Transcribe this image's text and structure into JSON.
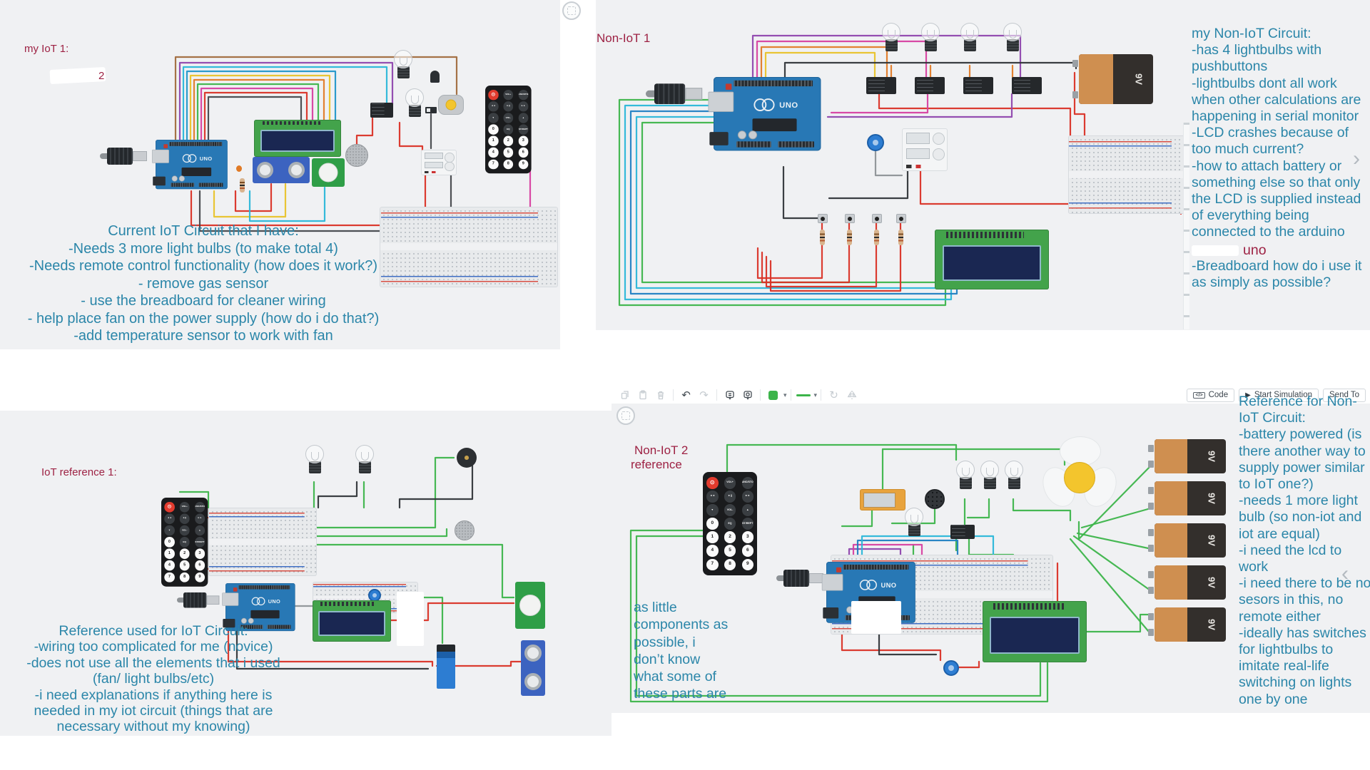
{
  "ui": {
    "chevron_right": "›",
    "chevron_left": "‹"
  },
  "toolbar": {
    "code": "Code",
    "start": "Start Simulation",
    "send": "Send To",
    "icons": {
      "undo": "↶",
      "redo": "↷",
      "rotate": "↻",
      "caret": "▾",
      "code_glyph": "</>",
      "play": "▶"
    }
  },
  "components": {
    "arduino_label": "UNO",
    "battery_label": "9V",
    "batteries": [
      "9V",
      "9V",
      "9V",
      "9V",
      "9V"
    ]
  },
  "remote": {
    "rows": [
      [
        {
          "t": "⊙",
          "k": "power"
        },
        {
          "t": "VOL+",
          "k": "dark"
        },
        {
          "t": "FUNC/STOP",
          "k": "dark"
        }
      ],
      [
        {
          "t": "◄◄",
          "k": "dark"
        },
        {
          "t": "►||",
          "k": "dark"
        },
        {
          "t": "►►",
          "k": "dark"
        }
      ],
      [
        {
          "t": "▼",
          "k": "dark"
        },
        {
          "t": "VOL-",
          "k": "dark"
        },
        {
          "t": "▲",
          "k": "dark"
        }
      ],
      [
        {
          "t": "0",
          "k": "white"
        },
        {
          "t": "EQ",
          "k": "dark"
        },
        {
          "t": "ST/REPT",
          "k": "dark"
        }
      ],
      [
        {
          "t": "1",
          "k": "white"
        },
        {
          "t": "2",
          "k": "white"
        },
        {
          "t": "3",
          "k": "white"
        }
      ],
      [
        {
          "t": "4",
          "k": "white"
        },
        {
          "t": "5",
          "k": "white"
        },
        {
          "t": "6",
          "k": "white"
        }
      ],
      [
        {
          "t": "7",
          "k": "white"
        },
        {
          "t": "8",
          "k": "white"
        },
        {
          "t": "9",
          "k": "white"
        }
      ]
    ]
  },
  "iot1": {
    "label": "my IoT 1:",
    "erased_hint": "2",
    "notes": [
      "Current IoT Circuit that I have:",
      "-Needs 3 more light bulbs (to make total 4)",
      "-Needs remote control functionality (how does it work?)",
      "- remove gas sensor",
      "- use the breadboard for cleaner wiring",
      "- help place fan on the power supply (how do i do that?)",
      "-add temperature sensor to work with fan"
    ]
  },
  "noniot1": {
    "label": "Non-IoT 1",
    "panel_lines": [
      "my Non-IoT Circuit:",
      "-has 4 lightbulbs with",
      "pushbuttons",
      "-lightbulbs dont all work",
      "when other calculations are",
      "happening in serial monitor",
      "-LCD crashes because of",
      "too much current?",
      "-how to attach battery or",
      "something else so that only",
      "the LCD is supplied instead",
      "of everything being",
      "connected to the arduino"
    ],
    "red_word": "uno",
    "panel_lines2": [
      "-Breadboard how do i use it",
      "as simply as possible?"
    ]
  },
  "iotref": {
    "label": "IoT reference 1:",
    "notes": [
      "Reference used for IoT Circuit:",
      "-wiring too complicated for me (novice)",
      "-does not use all the elements that i used",
      "(fan/ light bulbs/etc)",
      "-i need explanations if anything here is",
      "needed in my iot circuit (things that are",
      "necessary without my knowing)"
    ]
  },
  "noniot2": {
    "label_line1": "Non-IoT 2",
    "label_line2": "reference",
    "inline_notes": [
      "as little",
      "components as",
      "possible, i",
      "don’t know",
      "what some of",
      "these parts are"
    ],
    "panel_lines": [
      "Reference for Non-",
      "IoT Circuit:",
      "-battery powered (is",
      "there another way to",
      "supply power similar",
      "to IoT one?)",
      "-needs 1 more light",
      "bulb (so non-iot and",
      "iot are equal)",
      "-i need the lcd to",
      "work",
      "-i need there to be no",
      "sesors in this, no",
      "remote either",
      "-ideally has switches",
      "for lightbulbs to",
      "imitate real-life",
      "switching on lights",
      "one by one"
    ]
  }
}
